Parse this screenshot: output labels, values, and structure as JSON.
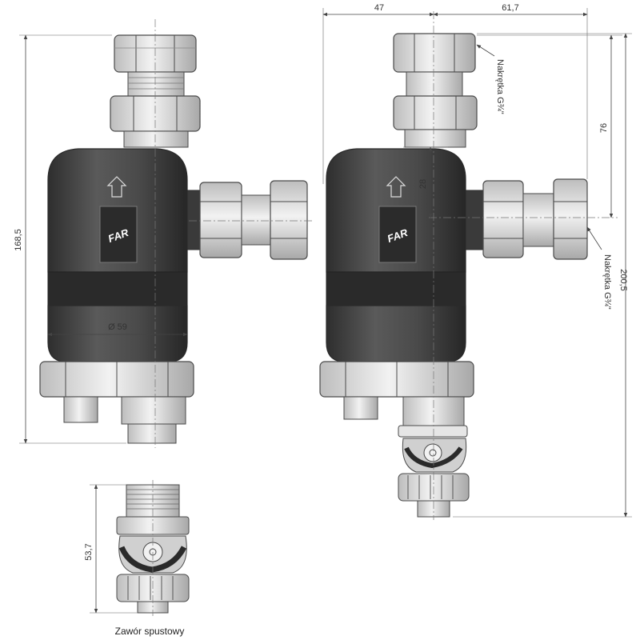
{
  "dimensions": {
    "height_front": "168,5",
    "diameter": "Ø 59",
    "width_left": "47",
    "width_right": "61,7",
    "height_76": "76",
    "offset_28": "28",
    "height_total": "200,5",
    "drain_height": "53,7"
  },
  "labels": {
    "nut_top": "Nakrętka G¾\"",
    "nut_side": "Nakrętka G¾\""
  },
  "captions": {
    "drain_valve": "Zawór spustowy"
  },
  "logo": {
    "text": "FAR"
  },
  "colors": {
    "line": "#4a4a4a",
    "body_dark": "#3c3c3c",
    "body_mid": "#5a5a5a",
    "metal": "#d9d9d9",
    "logo_bg": "#2b2b2b"
  }
}
